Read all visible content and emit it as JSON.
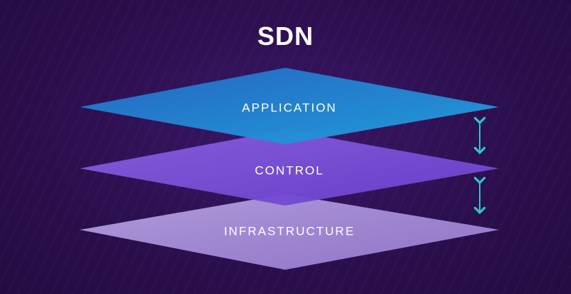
{
  "diagram": {
    "title": "SDN",
    "layers": [
      {
        "id": "application",
        "label": "APPLICATION",
        "color_top": "#2a72c8",
        "color_bottom": "#1f96d8"
      },
      {
        "id": "control",
        "label": "CONTROL",
        "color_top": "#7e55db",
        "color_bottom": "#6a3fcf"
      },
      {
        "id": "infrastructure",
        "label": "INFRASTRUCTURE",
        "color_top": "#b7a2e0",
        "color_bottom": "#9b7fd4"
      }
    ],
    "connectors": [
      {
        "from": "application",
        "to": "control",
        "type": "bidirectional-arrow",
        "color": "#2fc4c8"
      },
      {
        "from": "control",
        "to": "infrastructure",
        "type": "bidirectional-arrow",
        "color": "#2fc4c8"
      }
    ],
    "background_color": "#2c0f4e"
  }
}
